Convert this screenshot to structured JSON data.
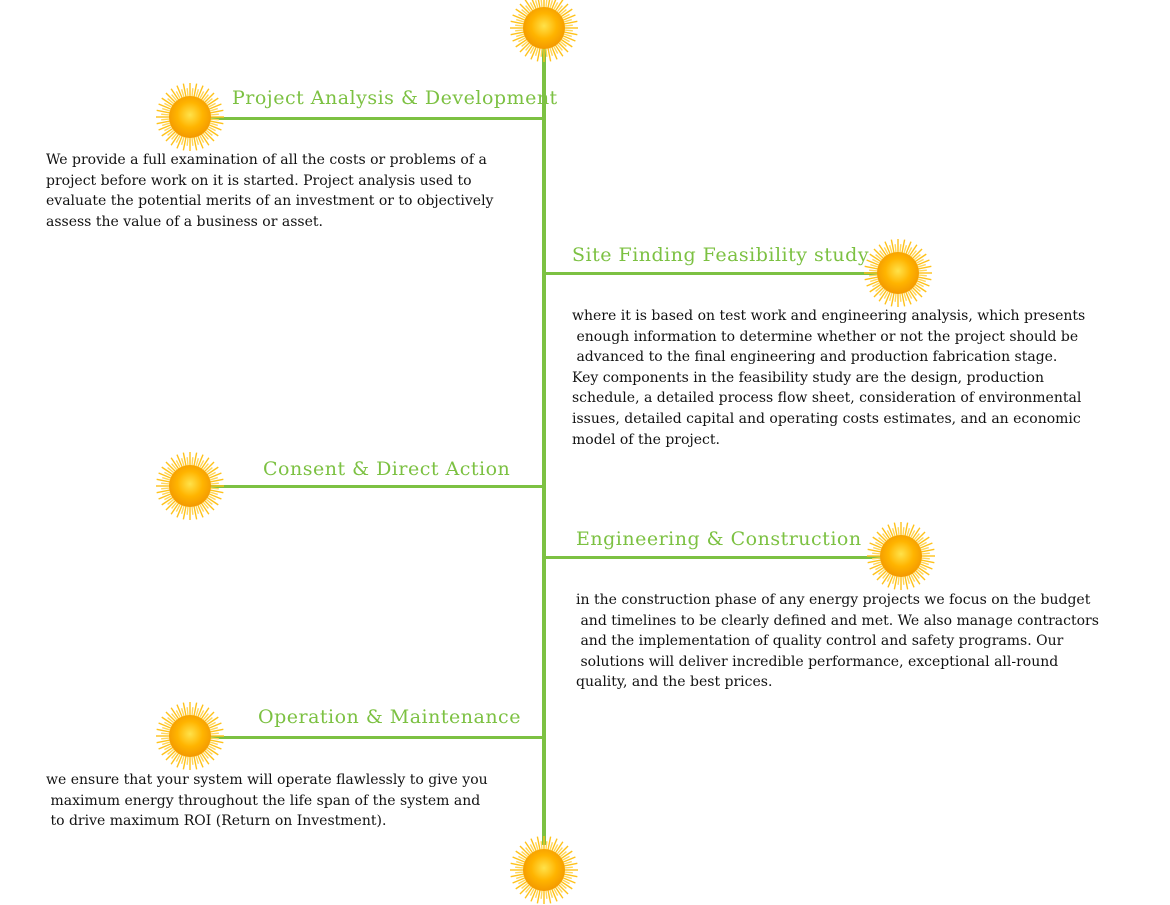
{
  "colors": {
    "accent": "#7cc142",
    "sun_core": "#ffb400",
    "sun_ray": "#ffc21a",
    "text": "#111111"
  },
  "icons": {
    "sun": "sun-icon"
  },
  "stages": [
    {
      "title": "Project Analysis & Development",
      "lines": [
        "We provide a full examination of all the costs or problems of a",
        "project before work on it is started. Project analysis used to",
        "evaluate the potential merits of an investment or to objectively",
        "assess the value of a business or asset."
      ]
    },
    {
      "title": "Site Finding Feasibility study",
      "lines": [
        "where it is based on test work and engineering analysis, which presents",
        " enough information to determine whether or not the project should be",
        " advanced to the final engineering and production fabrication stage.",
        "Key components in the feasibility study are the design, production",
        "schedule, a detailed process flow sheet, consideration of environmental",
        "issues, detailed capital and operating costs estimates, and an economic",
        "model of the project."
      ]
    },
    {
      "title": "Consent & Direct Action",
      "lines": []
    },
    {
      "title": "Engineering & Construction",
      "lines": [
        "in the construction phase of any energy projects we focus on the budget",
        " and timelines to be clearly defined and met. We also manage contractors",
        " and the implementation of quality control and safety programs. Our",
        " solutions will deliver incredible performance, exceptional all-round",
        "quality, and the best prices."
      ]
    },
    {
      "title": "Operation & Maintenance",
      "lines": [
        "we ensure that your system will operate flawlessly to give you",
        " maximum energy throughout the life span of the system and",
        " to drive maximum ROI (Return on Investment)."
      ]
    }
  ]
}
